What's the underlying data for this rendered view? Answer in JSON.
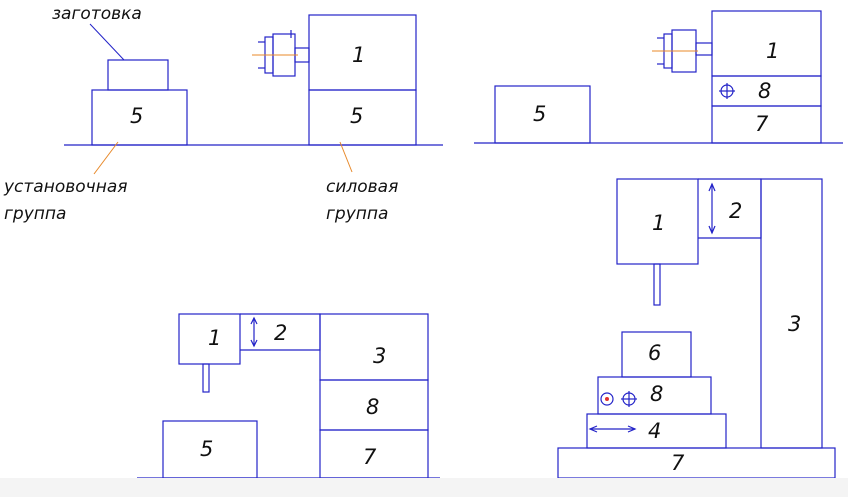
{
  "colors": {
    "line": "#2323c8",
    "leader": "#e8892a",
    "text": "#111111",
    "red_dot": "#e03030"
  },
  "labels": {
    "workpiece": "заготовка",
    "setup_group_1": "установочная",
    "setup_group_2": "группа",
    "power_group_1": "силовая",
    "power_group_2": "группа"
  },
  "numbers": {
    "n1": "1",
    "n2": "2",
    "n3": "3",
    "n4": "4",
    "n5": "5",
    "n6": "6",
    "n7": "7",
    "n8": "8"
  }
}
